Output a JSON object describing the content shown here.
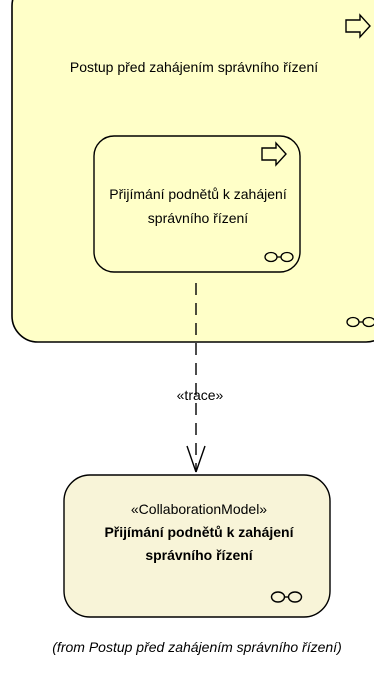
{
  "outer_process": {
    "title": "Postup před zahájením správního řízení"
  },
  "inner_process": {
    "title": "Přijímání podnětů k zahájení správního řízení"
  },
  "relationship": {
    "label": "«trace»"
  },
  "collaboration_model": {
    "stereotype": "«CollaborationModel»",
    "name_line1": "Přijímání podnětů k zahájení",
    "name_line2": "správního řízení"
  },
  "from_note": "(from Postup před zahájením správního řízení)",
  "colors": {
    "process_fill": "#FFFFC8",
    "model_fill": "#F8F4D8",
    "stroke": "#000000"
  },
  "icons": [
    "process-arrow-icon",
    "process-arrow-icon",
    "goggles-icon",
    "goggles-icon",
    "goggles-icon"
  ]
}
